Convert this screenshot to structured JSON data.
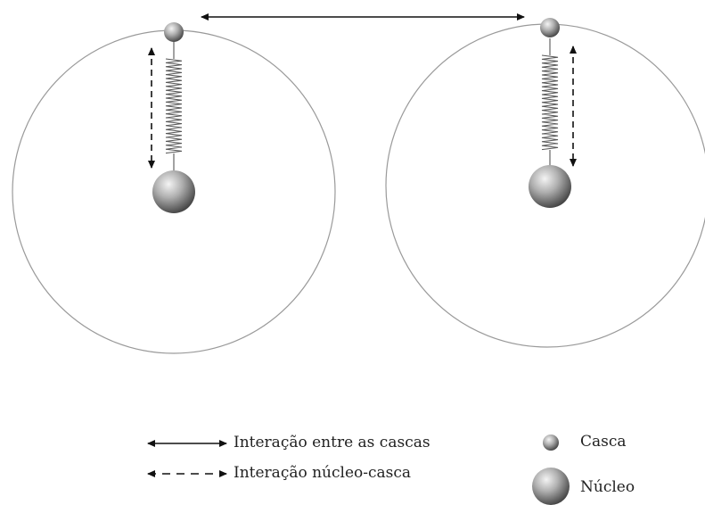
{
  "legend": {
    "shell_interaction": "Interação entre as cascas",
    "core_shell_interaction": "Interação núcleo-casca",
    "shell": "Casca",
    "core": "Núcleo"
  },
  "colors": {
    "outline": "#9a9a9a",
    "arrow": "#111111",
    "sphere_light": "#f2f2f2",
    "sphere_mid": "#a8a8a8",
    "sphere_dark": "#4a4a4a"
  }
}
